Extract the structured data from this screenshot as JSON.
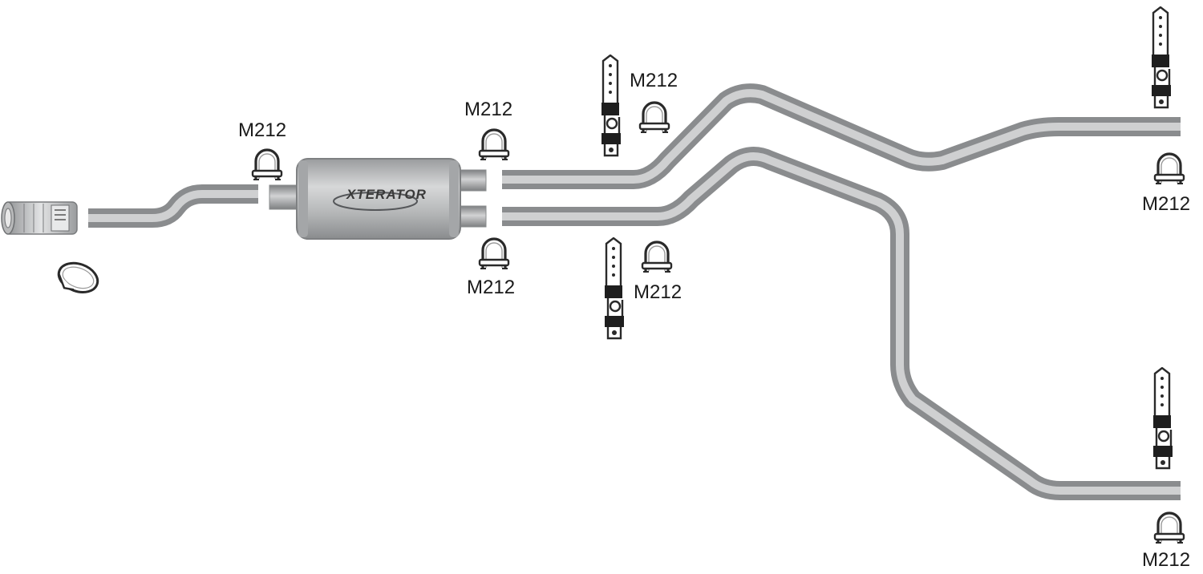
{
  "diagram": {
    "muffler_brand": "XTERATOR",
    "clamp_part_label": "M212",
    "colors": {
      "pipe_dark": "#8e9092",
      "pipe_light": "#c9cacb",
      "outline": "#2a2a2a",
      "background": "#ffffff"
    },
    "icons": [
      "u-bolt-clamp-icon",
      "hanger-bracket-icon",
      "band-clamp-icon",
      "flex-coupler-icon",
      "muffler-icon"
    ]
  },
  "labels": [
    {
      "id": "clamp-label-inlet",
      "text": "M212"
    },
    {
      "id": "clamp-label-muffler-outlet-upper",
      "text": "M212"
    },
    {
      "id": "clamp-label-muffler-outlet-lower",
      "text": "M212"
    },
    {
      "id": "clamp-label-hanger-upper",
      "text": "M212"
    },
    {
      "id": "clamp-label-hanger-lower",
      "text": "M212"
    },
    {
      "id": "clamp-label-tailpipe-upper",
      "text": "M212"
    },
    {
      "id": "clamp-label-tailpipe-lower",
      "text": "M212"
    }
  ]
}
